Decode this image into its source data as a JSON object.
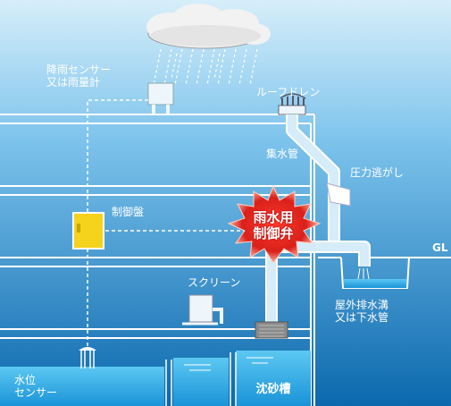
{
  "labels": {
    "rain_sensor": [
      "降雨センサー",
      "又は雨量計"
    ],
    "roof_drain": "ルーフドレン",
    "collecting_pipe": "集水管",
    "pressure_relief": "圧力逃がし",
    "control_panel": "制御盤",
    "valve": [
      "雨水用",
      "制御弁"
    ],
    "ground_level": "GL",
    "screen": "スクリーン",
    "outdoor_drain": [
      "屋外排水溝",
      "又は下水管"
    ],
    "water_level_sensor": [
      "水位",
      "センサー"
    ],
    "settling_tank": "沈砂槽"
  },
  "colors": {
    "background_top": "#bfe3f7",
    "background_bottom": "#0e6fb4",
    "structure_line": "#ffffff",
    "pipe": "#ffffff",
    "panel": "#f5d21c",
    "valve_burst": "#e0261c",
    "water": "#3fb6ea"
  },
  "icons": [
    "cloud-icon",
    "rain-icon",
    "sensor-box-icon",
    "roof-drain-icon",
    "control-panel-icon",
    "valve-burst-icon",
    "screen-pump-icon",
    "water-level-sensor-icon"
  ]
}
